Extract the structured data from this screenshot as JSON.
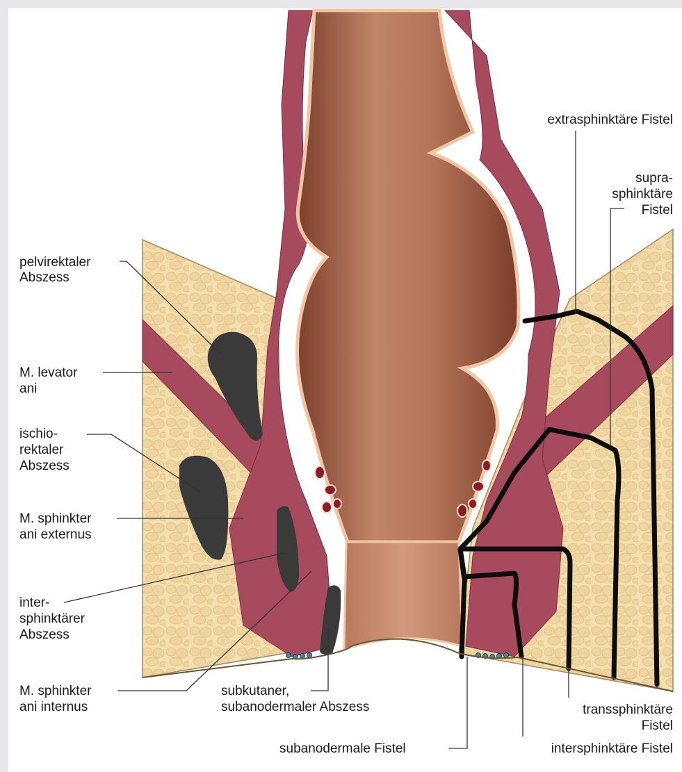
{
  "labels_left": {
    "pelvirektal_line1": "pelvirektaler",
    "pelvirektal_line2": "Abszess",
    "levator_line1": "M. levator",
    "levator_line2": "ani",
    "ischio_line1": "ischio-",
    "ischio_line2": "rektaler",
    "ischio_line3": "Abszess",
    "externus_line1": "M. sphinkter",
    "externus_line2": "ani externus",
    "intersph_line1": "inter-",
    "intersph_line2": "sphinktärer",
    "intersph_line3": "Abszess",
    "internus_line1": "M. sphinkter",
    "internus_line2": "ani internus"
  },
  "labels_bottom": {
    "subkutan_line1": "subkutaner,",
    "subkutan_line2": "subanodermaler Abszess",
    "subanodermale_fistel": "subanodermale Fistel",
    "intersphinktaere_fistel": "intersphinktäre Fistel"
  },
  "labels_right": {
    "extra": "extrasphinktäre Fistel",
    "supra_line1": "supra-",
    "supra_line2": "sphinktäre",
    "supra_line3": "Fistel",
    "trans_line1": "transsphinktäre",
    "trans_line2": "Fistel"
  },
  "colors": {
    "fat": "#f3dfae",
    "fat_cell": "#e9cc8e",
    "muscle": "#a84a5e",
    "muscle_dark": "#8e3a4d",
    "mucosa": "#b97a62",
    "lumen": "#9a5a43",
    "wall_light": "#f2c7a7",
    "abscess": "#3a3a3a",
    "fistula": "#0d0d0d"
  }
}
